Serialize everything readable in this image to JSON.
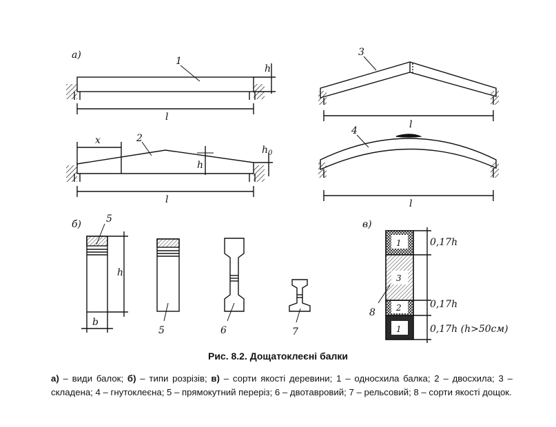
{
  "labels": {
    "panel_a": "а)",
    "panel_b": "б)",
    "panel_c": "в)",
    "n1": "1",
    "n2": "2",
    "n3": "3",
    "n4": "4",
    "n5a": "5",
    "n5b": "5",
    "n6": "6",
    "n7": "7",
    "n8": "8",
    "h": "h",
    "l": "l",
    "x": "x",
    "h0": "h",
    "h0_sub": "0",
    "b": "b",
    "grade1a": "1",
    "grade3": "3",
    "grade2": "2",
    "grade1b": "1",
    "dim_017h_1": "0,17h",
    "dim_017h_2": "0,17h",
    "dim_017h_3": "0,17h (h>50см)"
  },
  "caption": {
    "title": "Рис. 8.2. Дощатоклеєні балки",
    "p1_key": "а)",
    "p1_text": " – види балок; ",
    "p2_key": "б)",
    "p2_text": " – типи розрізів; ",
    "p3_key": "в)",
    "p3_text": " – сорти якості деревини; 1 – односхила балка; 2 – двосхила; 3 – складена; 4 – гнутоклеєна; 5 – прямокутний переріз; 6 – двотавровий; 7 – рельсовий; 8 – сорти якості дощок."
  }
}
